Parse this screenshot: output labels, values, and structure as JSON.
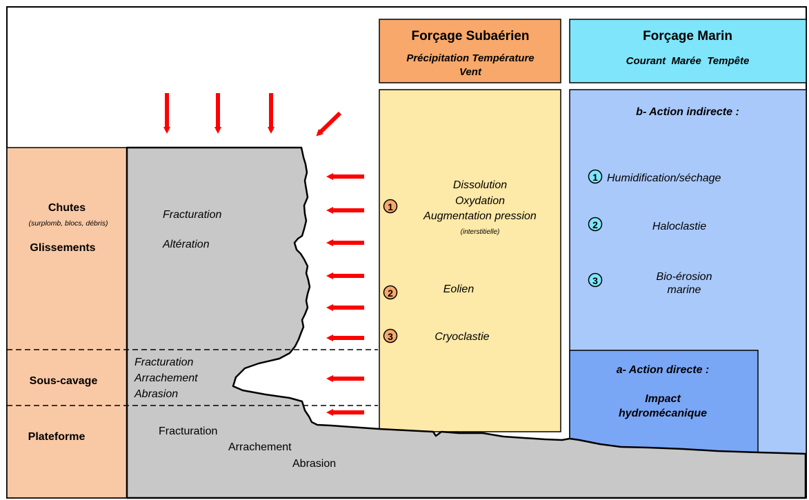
{
  "colors": {
    "left_column": "#f9c9a6",
    "rock": "#c8c8c8",
    "subaerial_header": "#f7a86a",
    "subaerial_body": "#fde9a8",
    "marine_header": "#7fe5fb",
    "marine_body": "#a9c9fb",
    "marine_direct": "#7aa6f6",
    "arrow": "#ff0000",
    "num_orange": "#f7a86a",
    "num_cyan": "#7fe5fb"
  },
  "left_column": {
    "chutes": "Chutes",
    "chutes_detail": "(surplomb, blocs, débris)",
    "glissements": "Glissements",
    "sous_cavage": "Sous-cavage",
    "plateforme": "Plateforme"
  },
  "rock": {
    "fracturation_top": "Fracturation",
    "alteration": "Altération",
    "undercut_fracturation": "Fracturation",
    "undercut_arrachement": "Arrachement",
    "undercut_abrasion": "Abrasion",
    "platform_fracturation": "Fracturation",
    "platform_arrachement": "Arrachement",
    "platform_abrasion": "Abrasion"
  },
  "subaerial": {
    "title": "Forçage Subaérien",
    "factors_line1": "Précipitation Température",
    "factors_line2": "Vent",
    "item1_num": "1",
    "item1_line1": "Dissolution",
    "item1_line2": "Oxydation",
    "item1_line3": "Augmentation pression",
    "item1_line4": "(interstitielle)",
    "item2_num": "2",
    "item2_label": "Eolien",
    "item3_num": "3",
    "item3_label": "Cryoclastie"
  },
  "marine": {
    "title": "Forçage Marin",
    "factors": "Courant  Marée  Tempête",
    "indirect_title": "b- Action indirecte :",
    "item1_num": "1",
    "item1_label": "Humidification/séchage",
    "item2_num": "2",
    "item2_label": "Haloclastie",
    "item3_num": "3",
    "item3_line1": "Bio-érosion",
    "item3_line2": "marine",
    "direct_title": "a- Action directe :",
    "direct_line1": "Impact",
    "direct_line2": "hydromécanique"
  }
}
